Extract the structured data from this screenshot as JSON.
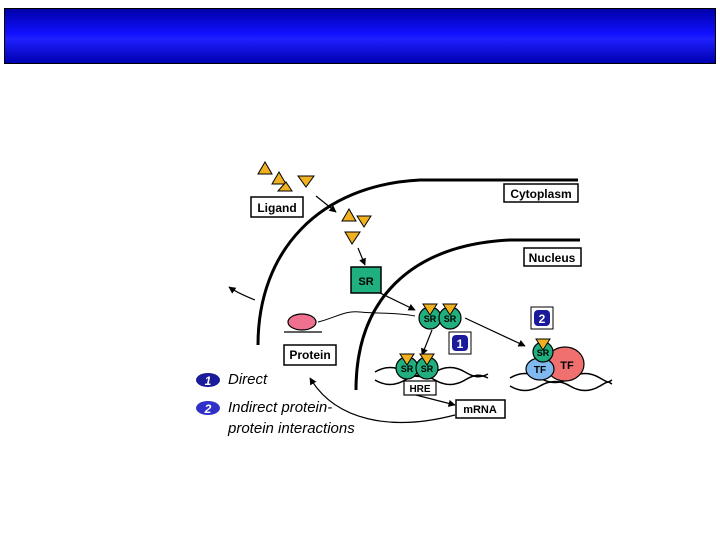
{
  "diagram": {
    "labels": {
      "ligand": "Ligand",
      "cytoplasm": "Cytoplasm",
      "nucleus": "Nucleus",
      "sr": "SR",
      "protein": "Protein",
      "hre": "HRE",
      "mrna": "mRNA",
      "tf": "TF",
      "step1": "1",
      "step2": "2"
    },
    "legend": [
      {
        "number": "1",
        "text": "Direct"
      },
      {
        "number": "2",
        "text": "Indirect protein-",
        "text2": "protein interactions"
      }
    ],
    "colors": {
      "ligand": "#f0b020",
      "receptor": "#20b080",
      "tf_red": "#f07070",
      "tf_blue": "#80b8f0",
      "ribosome": "#f07090",
      "badge": "#1a1a9a",
      "title_bar": "#1010ff"
    }
  }
}
